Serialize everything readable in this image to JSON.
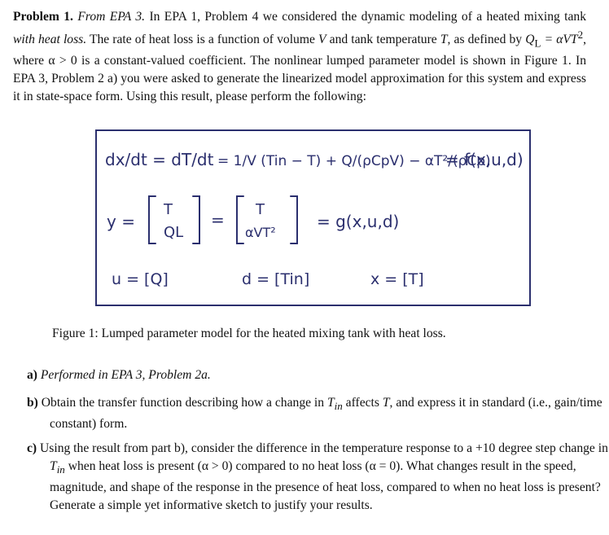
{
  "problem": {
    "label": "Problem 1.",
    "source": "From EPA 3.",
    "text1": " In EPA 1, Problem 4 we considered the dynamic modeling of a heated mixing tank ",
    "with_heat_loss": "with heat loss.",
    "text2": " The rate of heat loss is a function of volume ",
    "V": "V",
    "text3": " and tank temperature ",
    "T": "T",
    "text4": ", as defined by ",
    "formula": "Q",
    "formula_sub": "L",
    "formula_rest": " = αVT",
    "formula_sup": "2",
    "text5": ", where α > 0 is a constant-valued coefficient. The nonlinear lumped parameter model is shown in Figure 1. In EPA 3, Problem 2 a) you were asked to generate the linearized model approximation for this system and express it in state-space form. Using this result, please perform the following:"
  },
  "figure": {
    "row1_lhs": "dx/dt = dT/dt",
    "row1_mid": "= 1/V (Tin − T) + Q/(ρCpV) − αT²/(ρCp)",
    "row1_rhs": "= f(x,u,d)",
    "row2_y": "y =",
    "row2_vec1": [
      "T",
      "QL"
    ],
    "row2_vec2": [
      "T",
      "αVT²"
    ],
    "row2_rhs": "= g(x,u,d)",
    "row3_u": "u = [Q]",
    "row3_d": "d = [Tin]",
    "row3_x": "x = [T]",
    "caption": "Figure 1: Lumped parameter model for the heated mixing tank with heat loss."
  },
  "parts": {
    "a_label": "a)",
    "a_text": "Performed in EPA 3, Problem 2a.",
    "b_label": "b)",
    "b_text1": "Obtain the transfer function describing how a change in ",
    "b_Tin": "T",
    "b_Tin_sub": "in",
    "b_text2": " affects ",
    "b_T": "T",
    "b_text3": ", and express it in standard (i.e., gain/time constant) form.",
    "c_label": "c)",
    "c_text1": "Using the result from part b), consider the difference in the temperature response to a +10 degree step change in ",
    "c_Tin": "T",
    "c_Tin_sub": "in",
    "c_text2": " when heat loss is present (α > 0) compared to no heat loss (α = 0). What changes result in the speed, magnitude, and shape of the response in the presence of heat loss, compared to when no heat loss is present? Generate a simple yet informative sketch to justify your results."
  }
}
